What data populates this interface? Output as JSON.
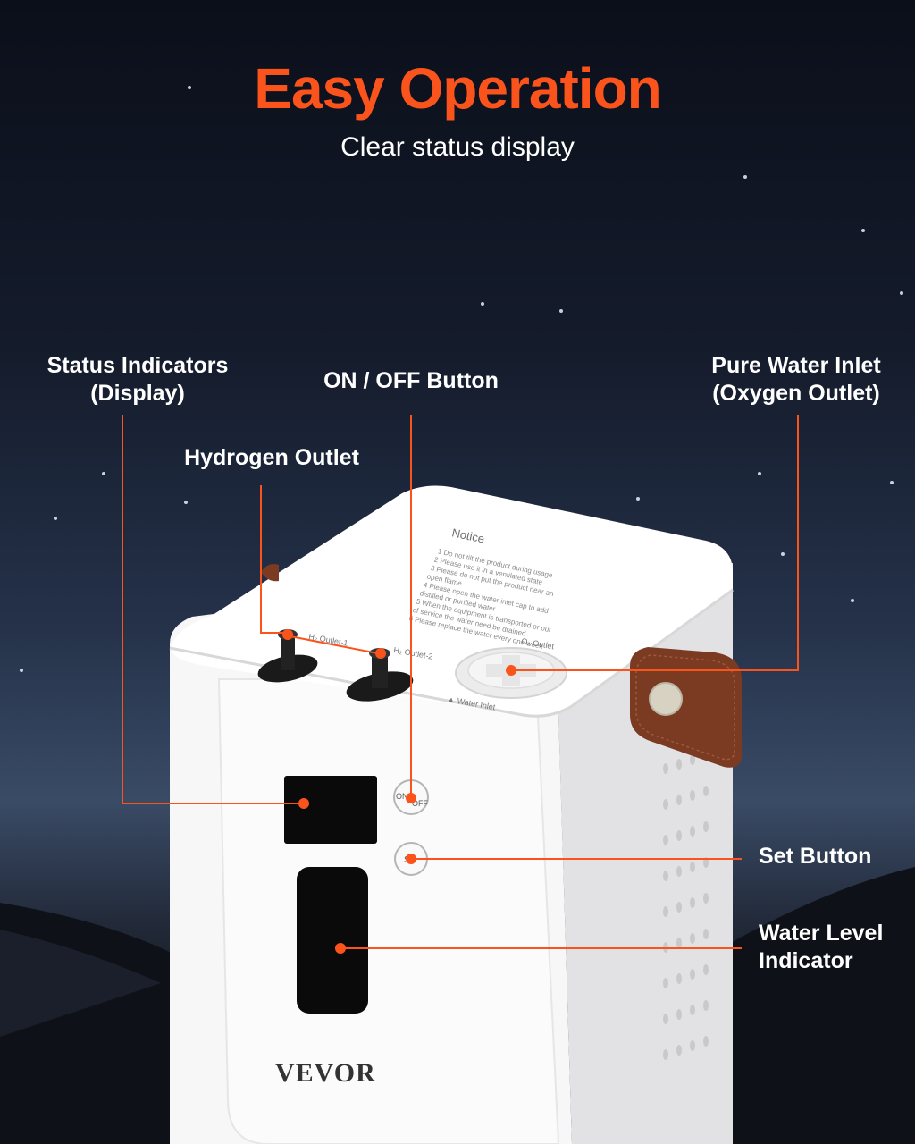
{
  "header": {
    "title": "Easy Operation",
    "subtitle": "Clear status display"
  },
  "callouts": {
    "status_indicators": "Status Indicators\n(Display)",
    "on_off_button": "ON / OFF Button",
    "pure_water_inlet": "Pure Water Inlet\n(Oxygen Outlet)",
    "hydrogen_outlet": "Hydrogen Outlet",
    "set_button": "Set Button",
    "water_level": "Water Level\nIndicator"
  },
  "device": {
    "brand": "VEVOR",
    "notice_title": "Notice",
    "notice_lines": [
      "1 Do not tilt the product during usage",
      "2 Please use it in a ventilated state",
      "3 Please do not put the product near an",
      "open flame",
      "4 Please open the water inlet cap to add",
      "distilled or purified water",
      "5 When the equipment is transported or out",
      "of service the water need be drained",
      "6 Please replace the water every one week"
    ],
    "h2_outlet_1": "H₂ Outlet-1",
    "h2_outlet_2": "H₂ Outlet-2",
    "o2_outlet": "O₂ Outlet",
    "water_inlet": "▲ Water Inlet",
    "on_label": "ON",
    "off_label": "OFF",
    "set_label": "S"
  },
  "colors": {
    "accent": "#fa541c",
    "device_body": "#f6f6f6",
    "strap": "#7a3b22"
  }
}
